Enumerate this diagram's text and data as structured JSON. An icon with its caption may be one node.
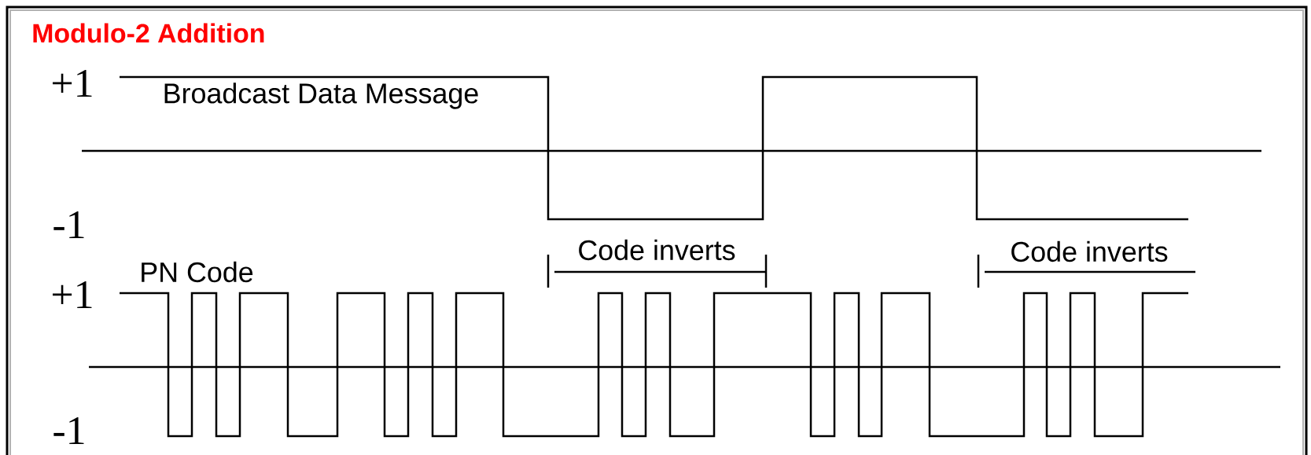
{
  "diagram": {
    "title": "Modulo-2 Addition",
    "labels": [
      "+1",
      "Broadcast Data Message",
      "-1",
      "Code inverts",
      "PN Code",
      "Code inverts",
      "+1",
      "-1"
    ]
  }
}
